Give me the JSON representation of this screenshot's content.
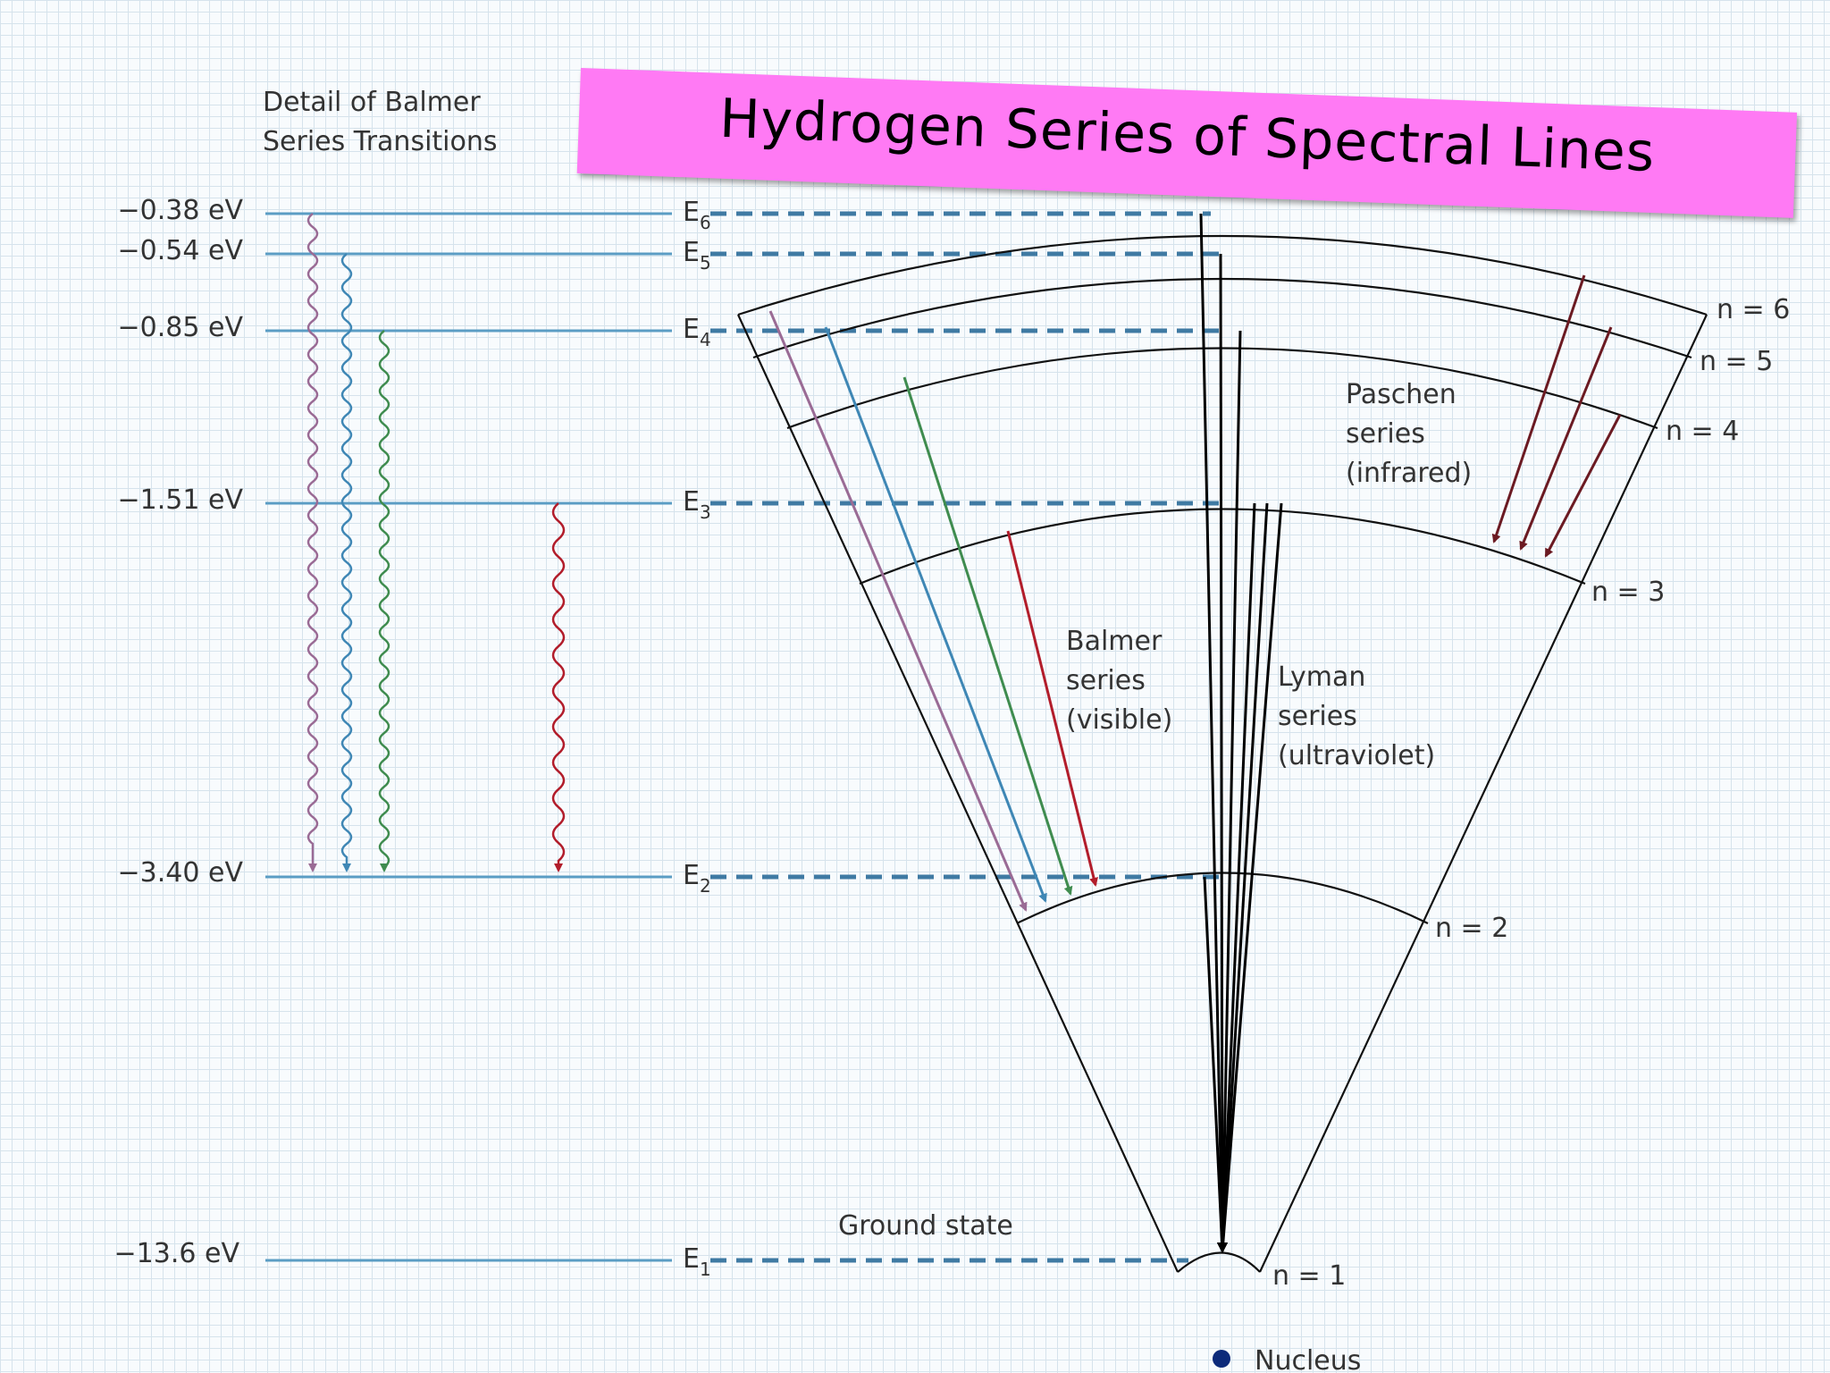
{
  "title": "Hydrogen Series of Spectral Lines",
  "balmer_detail_heading": [
    "Detail of Balmer",
    "Series Transitions"
  ],
  "energy_levels": [
    {
      "energy": "−0.38 eV",
      "label": "E",
      "sub": "6",
      "value": -0.38
    },
    {
      "energy": "−0.54 eV",
      "label": "E",
      "sub": "5",
      "value": -0.54
    },
    {
      "energy": "−0.85 eV",
      "label": "E",
      "sub": "4",
      "value": -0.85
    },
    {
      "energy": "−1.51 eV",
      "label": "E",
      "sub": "3",
      "value": -1.51
    },
    {
      "energy": "−3.40 eV",
      "label": "E",
      "sub": "2",
      "value": -3.4
    },
    {
      "energy": "−13.6 eV",
      "label": "E",
      "sub": "1",
      "value": -13.6
    }
  ],
  "orbit_labels": [
    "n = 6",
    "n = 5",
    "n = 4",
    "n = 3",
    "n = 2",
    "n = 1"
  ],
  "series": {
    "paschen": [
      "Paschen",
      "series",
      "(infrared)"
    ],
    "balmer": [
      "Balmer",
      "series",
      "(visible)"
    ],
    "lyman": [
      "Lyman",
      "series",
      "(ultraviolet)"
    ]
  },
  "ground_state": "Ground state",
  "nucleus": "Nucleus",
  "colors": {
    "level_line": "#5b9dc4",
    "level_dash": "#3f7aa3",
    "balmer_6_2": "#9a6b95",
    "balmer_5_2": "#3f87b5",
    "balmer_4_2": "#3f8c4f",
    "balmer_3_2": "#b21d2b",
    "paschen": "#6b1a22",
    "banner": "#ff7af4",
    "nucleus": "#0d2a7a"
  }
}
